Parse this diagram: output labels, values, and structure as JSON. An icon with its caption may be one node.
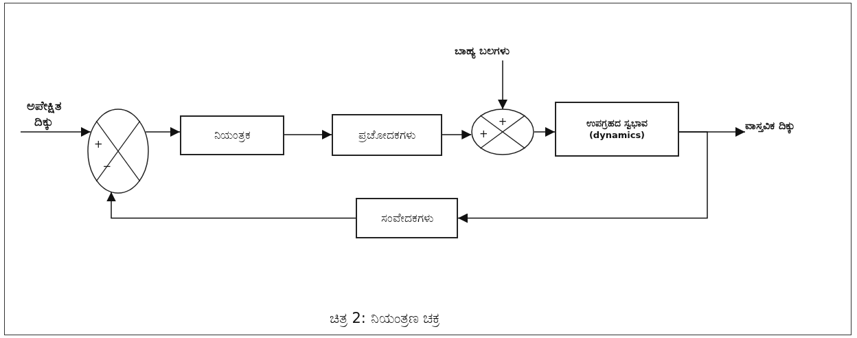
{
  "diagram": {
    "caption": "ಚಿತ್ರ 2: ನಿಯಂತ್ರಣ ಚಕ್ರ",
    "nodes": [
      {
        "text": [
          "ಅಪೇಕ್ಷಿತ ದಿಕ್ಕು"
        ]
      },
      {
        "text": [
          "+",
          "−"
        ]
      },
      {
        "text": [
          "ನಿಯಂತ್ರಕ"
        ]
      },
      {
        "text": [
          "ಪ್ರಚೋದಕಗಳು"
        ]
      },
      {
        "text": [
          "ಬಾಹ್ಯ ಬಲಗಳು"
        ]
      },
      {
        "text": [
          "+",
          "+"
        ]
      },
      {
        "text": [
          "ಉಪಗ್ರಹದ ಸ್ವಭಾವ",
          "(dynamics)"
        ]
      },
      {
        "text": [
          "ವಾಸ್ತವಿಕ ದಿಕ್ಕು"
        ]
      },
      {
        "text": [
          "ಸಂವೇದಕಗಳು"
        ]
      }
    ],
    "edges": [
      {
        "from": 0,
        "to": 1,
        "arrow": "to"
      },
      {
        "from": 1,
        "to": 2,
        "arrow": "to"
      },
      {
        "from": 2,
        "to": 3,
        "arrow": "to"
      },
      {
        "from": 3,
        "to": 5,
        "arrow": "to"
      },
      {
        "from": 4,
        "to": 5,
        "arrow": "to"
      },
      {
        "from": 5,
        "to": 6,
        "arrow": "to"
      },
      {
        "from": 6,
        "to": 7,
        "arrow": "to"
      },
      {
        "from": 6,
        "to": 8,
        "arrow": "to"
      },
      {
        "from": 8,
        "to": 1,
        "arrow": "to"
      }
    ]
  }
}
